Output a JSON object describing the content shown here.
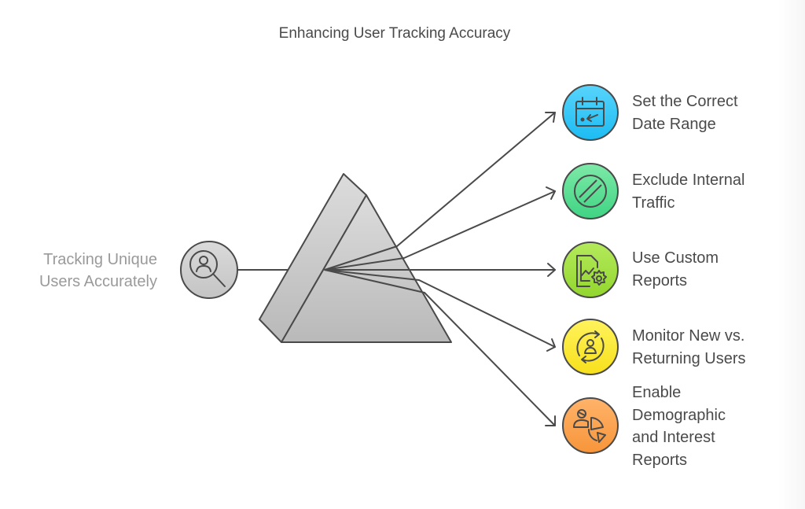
{
  "title": "Enhancing User Tracking Accuracy",
  "source": {
    "label_lines": [
      "Tracking Unique",
      "Users Accurately"
    ],
    "icon": "user-search-icon",
    "color": "#cfcfcf"
  },
  "outputs": [
    {
      "label_lines": [
        "Set the Correct",
        "Date Range"
      ],
      "icon": "calendar-arrow-icon",
      "color_top": "#58d4fb",
      "color_bottom": "#1cbcf3"
    },
    {
      "label_lines": [
        "Exclude Internal",
        "Traffic"
      ],
      "icon": "blocked-icon",
      "color_top": "#7eeaa8",
      "color_bottom": "#3fd483"
    },
    {
      "label_lines": [
        "Use Custom",
        "Reports"
      ],
      "icon": "report-settings-icon",
      "color_top": "#b4ea5c",
      "color_bottom": "#93d62e"
    },
    {
      "label_lines": [
        "Monitor New vs.",
        "Returning Users"
      ],
      "icon": "user-cycle-icon",
      "color_top": "#fff35c",
      "color_bottom": "#f7e01c"
    },
    {
      "label_lines": [
        "Enable",
        "Demographic",
        "and Interest",
        "Reports"
      ],
      "icon": "demographic-pie-icon",
      "color_top": "#ffb36a",
      "color_bottom": "#f7953a"
    }
  ]
}
